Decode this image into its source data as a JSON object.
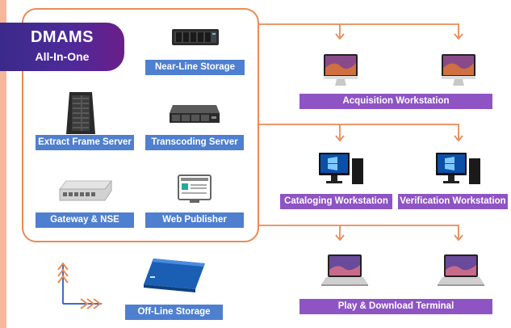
{
  "banner": {
    "title": "DMAMS",
    "subtitle": "All-In-One"
  },
  "servers": {
    "near_line_storage": "Near-Line Storage",
    "extract_frame_server": "Extract Frame Server",
    "transcoding_server": "Transcoding Server",
    "gateway_nse": "Gateway & NSE",
    "web_publisher": "Web Publisher"
  },
  "offline": {
    "label": "Off-Line Storage"
  },
  "workstations": {
    "acquisition": "Acquisition Workstation",
    "cataloging": "Cataloging Workstation",
    "verification": "Verification Workstation",
    "play_download": "Play & Download Terminal"
  },
  "colors": {
    "accent_orange": "#ea8a55",
    "label_blue": "#4f7fcf",
    "label_purple": "#8e54c4",
    "banner": "#4d2a9a"
  }
}
